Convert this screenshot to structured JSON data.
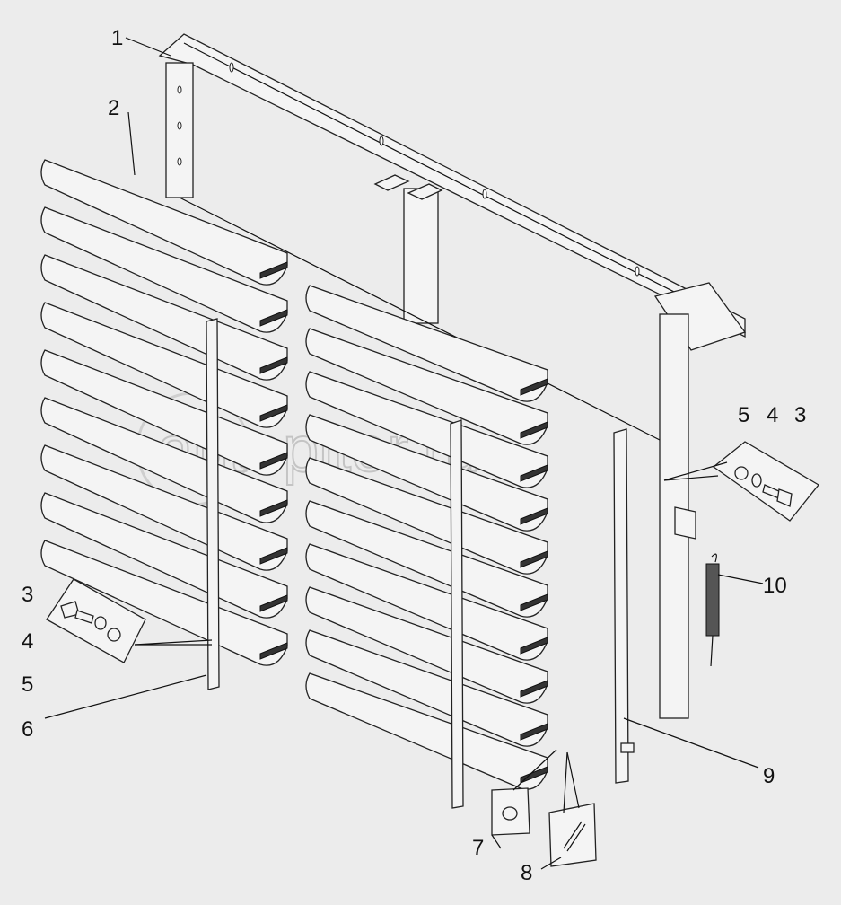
{
  "diagram": {
    "title": "Louvre shutter assembly exploded view",
    "watermark": "autopiter.ru",
    "callouts": [
      "1",
      "2",
      "3",
      "4",
      "5",
      "6",
      "7",
      "8",
      "9",
      "10"
    ],
    "right_group": {
      "nut": "5",
      "washer": "4",
      "bolt": "3"
    },
    "left_group": {
      "bolt": "3",
      "washer": "4",
      "nut": "5"
    },
    "colors": {
      "background": "#ececec",
      "stroke": "#222222",
      "fill": "#f4f4f4"
    }
  }
}
